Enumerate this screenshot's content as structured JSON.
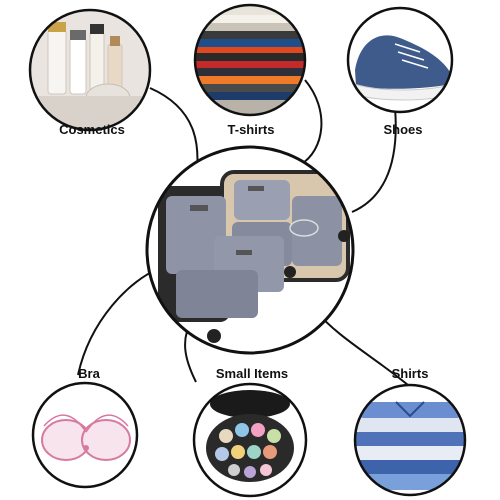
{
  "center": {
    "subject": "packing-cubes-in-open-suitcase",
    "cube_color": "#8e94a6"
  },
  "items": [
    {
      "key": "cosmetics",
      "label": "Cosmetics"
    },
    {
      "key": "tshirts",
      "label": "T-shirts"
    },
    {
      "key": "shoes",
      "label": "Shoes"
    },
    {
      "key": "bra",
      "label": "Bra"
    },
    {
      "key": "small_items",
      "label": "Small Items"
    },
    {
      "key": "shirts",
      "label": "Shirts"
    }
  ],
  "colors": {
    "ring": "#111111",
    "connector": "#111111",
    "shoe": "#3f5b8c",
    "shirt": "#5c84c4"
  }
}
